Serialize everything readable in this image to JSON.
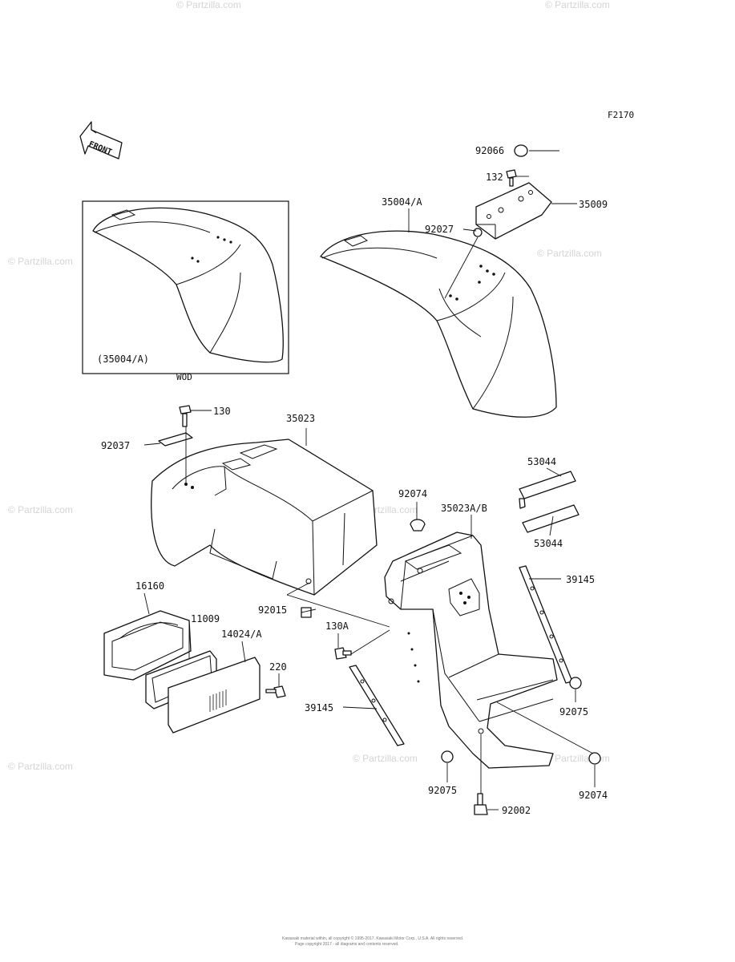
{
  "figure_code": "F2170",
  "front_arrow_text": "FRONT",
  "inset": {
    "part_label": "(35004/A)",
    "caption": "WOD"
  },
  "parts": [
    {
      "id": "p-92066",
      "label": "92066"
    },
    {
      "id": "p-132",
      "label": "132"
    },
    {
      "id": "p-35009",
      "label": "35009"
    },
    {
      "id": "p-35004a",
      "label": "35004/A"
    },
    {
      "id": "p-92027",
      "label": "92027"
    },
    {
      "id": "p-130",
      "label": "130"
    },
    {
      "id": "p-35023",
      "label": "35023"
    },
    {
      "id": "p-92037",
      "label": "92037"
    },
    {
      "id": "p-53044-top",
      "label": "53044"
    },
    {
      "id": "p-92074-top",
      "label": "92074"
    },
    {
      "id": "p-35023ab",
      "label": "35023A/B"
    },
    {
      "id": "p-53044-bot",
      "label": "53044"
    },
    {
      "id": "p-39145-right",
      "label": "39145"
    },
    {
      "id": "p-16160",
      "label": "16160"
    },
    {
      "id": "p-11009",
      "label": "11009"
    },
    {
      "id": "p-14024a",
      "label": "14024/A"
    },
    {
      "id": "p-92015",
      "label": "92015"
    },
    {
      "id": "p-130a",
      "label": "130A"
    },
    {
      "id": "p-220",
      "label": "220"
    },
    {
      "id": "p-39145-left",
      "label": "39145"
    },
    {
      "id": "p-92075-right",
      "label": "92075"
    },
    {
      "id": "p-92075-left",
      "label": "92075"
    },
    {
      "id": "p-92074-bot",
      "label": "92074"
    },
    {
      "id": "p-92002",
      "label": "92002"
    }
  ],
  "watermark": "© Partzilla.com",
  "copyright": [
    "Kawasaki material within, all copyright © 1995-2017. Kawasaki Motor Corp., U.S.A. All rights reserved.",
    "Page copyright 2017 - all diagrams and contents reserved."
  ]
}
